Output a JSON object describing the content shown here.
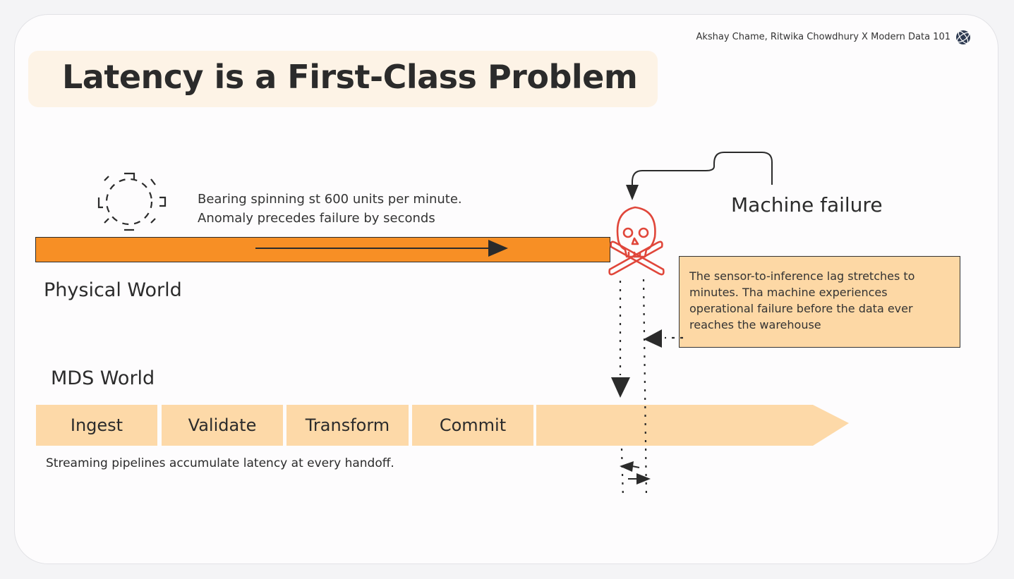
{
  "header": {
    "credit": "Akshay Chame, Ritwika Chowdhury X Modern Data 101",
    "title": "Latency is a First-Class Problem"
  },
  "physical": {
    "note_line1": "Bearing spinning st 600 units per minute.",
    "note_line2": "Anomaly precedes failure by seconds",
    "label": "Physical World"
  },
  "failure": {
    "label": "Machine failure",
    "callout": "The sensor-to-inference lag stretches to minutes. Tha machine experiences operational failure before the data ever reaches the warehouse"
  },
  "mds": {
    "label": "MDS World",
    "stages": [
      "Ingest",
      "Validate",
      "Transform",
      "Commit"
    ],
    "note": "Streaming pipelines accumulate latency at every handoff."
  },
  "colors": {
    "physical_bar": "#f78f25",
    "stage_fill": "#fdd9a8",
    "callout_fill": "#fdd8a5",
    "title_bg": "#fdf3e6",
    "skull": "#e0463a",
    "ink": "#2b2b2b"
  },
  "icons": [
    "gear-icon",
    "skull-crossbones-icon",
    "brand-globe-icon",
    "arrow-icon"
  ]
}
